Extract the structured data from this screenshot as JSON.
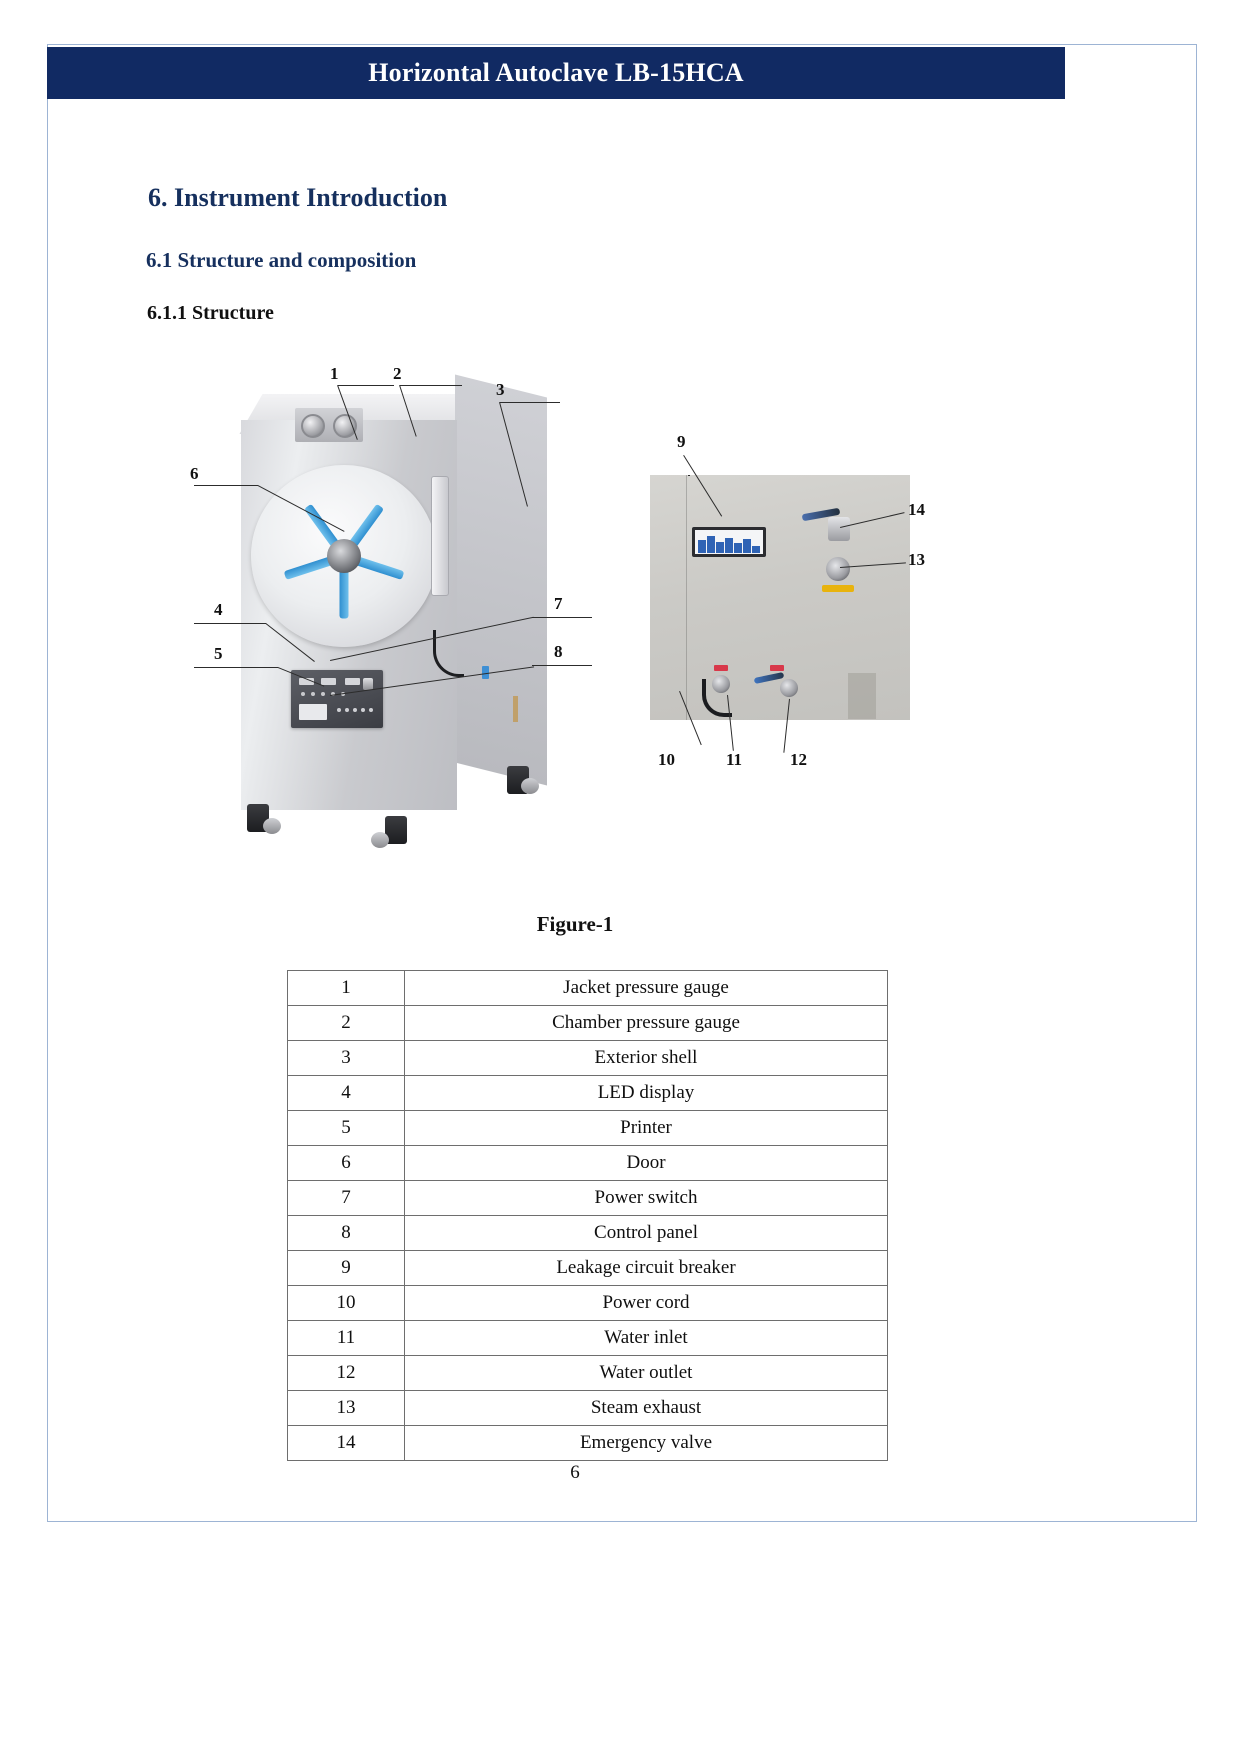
{
  "header": {
    "title": "Horizontal Autoclave LB-15HCA"
  },
  "headings": {
    "section": "6.  Instrument Introduction",
    "subsection": "6.1  Structure and composition",
    "subsubsection": "6.1.1   Structure"
  },
  "figure": {
    "caption": "Figure-1",
    "callouts_left": [
      "1",
      "2",
      "3",
      "6",
      "4",
      "5",
      "7",
      "8"
    ],
    "callouts_right": [
      "9",
      "14",
      "13",
      "10",
      "11",
      "12"
    ]
  },
  "parts_table": {
    "rows": [
      {
        "num": "1",
        "name": "Jacket pressure gauge"
      },
      {
        "num": "2",
        "name": "Chamber pressure gauge"
      },
      {
        "num": "3",
        "name": "Exterior shell"
      },
      {
        "num": "4",
        "name": "LED display"
      },
      {
        "num": "5",
        "name": "Printer"
      },
      {
        "num": "6",
        "name": "Door"
      },
      {
        "num": "7",
        "name": "Power switch"
      },
      {
        "num": "8",
        "name": "Control panel"
      },
      {
        "num": "9",
        "name": "Leakage circuit breaker"
      },
      {
        "num": "10",
        "name": "Power cord"
      },
      {
        "num": "11",
        "name": "Water inlet"
      },
      {
        "num": "12",
        "name": "Water outlet"
      },
      {
        "num": "13",
        "name": "Steam exhaust"
      },
      {
        "num": "14",
        "name": "Emergency valve"
      }
    ]
  },
  "footer": {
    "page_number": "6"
  },
  "colors": {
    "header_bg": "#112a63",
    "heading_navy": "#16305e",
    "frame_border": "#9db4d4"
  }
}
